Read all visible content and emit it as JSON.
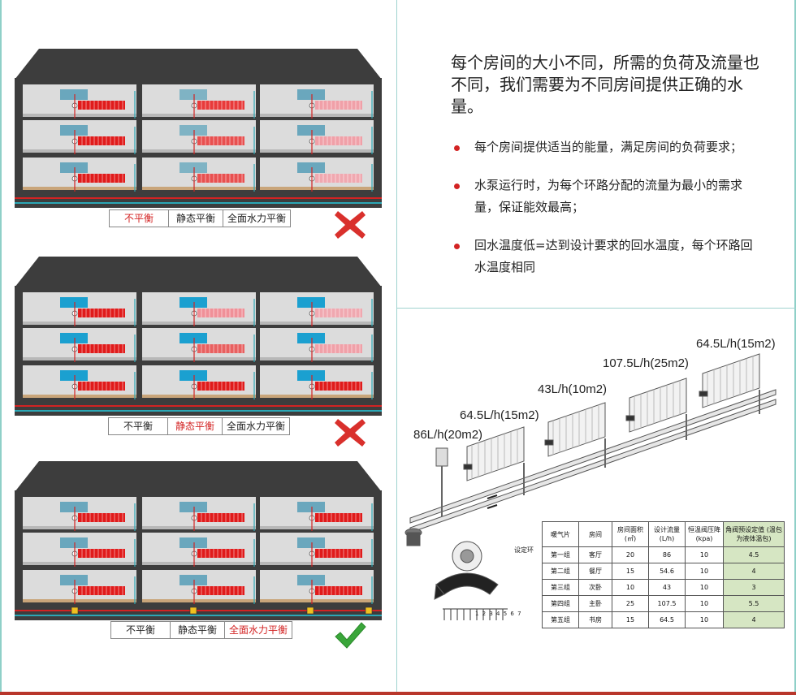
{
  "intro": "每个房间的大小不同，所需的负荷及流量也不同，我们需要为不同房间提供正确的水量。",
  "bullets": [
    "每个房间提供适当的能量，满足房间的负荷要求；",
    "水泵运行时，为每个环路分配的流量为最小的需求量，保证能效最高；",
    "回水温度低=达到设计要求的回水温度，每个环路回水温度相同"
  ],
  "legend_labels": [
    "不平衡",
    "静态平衡",
    "全面水力平衡"
  ],
  "buildings": [
    {
      "active": "不平衡",
      "result": "cross"
    },
    {
      "active": "静态平衡",
      "result": "cross"
    },
    {
      "active": "全面水力平衡",
      "result": "check"
    }
  ],
  "flow_labels": [
    "86L/h(20m2)",
    "64.5L/h(15m2)",
    "43L/h(10m2)",
    "107.5L/h(25m2)",
    "64.5L/h(15m2)"
  ],
  "valve_label": "设定环",
  "scale_numbers": "1 2 3 4 5 6 7",
  "table": {
    "headers": [
      "暖气片",
      "房间",
      "房间面积 (㎡)",
      "设计流量 (L/h)",
      "恒温阀压降 (kpa)",
      "角阀预设定值 (温包为液体温包)"
    ],
    "rows": [
      [
        "第一组",
        "客厅",
        "20",
        "86",
        "10",
        "4.5"
      ],
      [
        "第二组",
        "餐厅",
        "15",
        "54.6",
        "10",
        "4"
      ],
      [
        "第三组",
        "次卧",
        "10",
        "43",
        "10",
        "3"
      ],
      [
        "第四组",
        "主卧",
        "25",
        "107.5",
        "10",
        "5.5"
      ],
      [
        "第五组",
        "书房",
        "15",
        "64.5",
        "10",
        "4"
      ]
    ]
  },
  "colors": {
    "accent": "#d32323",
    "teal": "#2ba7b5",
    "roof": "#3d3d3d",
    "check": "#3aa63a"
  }
}
